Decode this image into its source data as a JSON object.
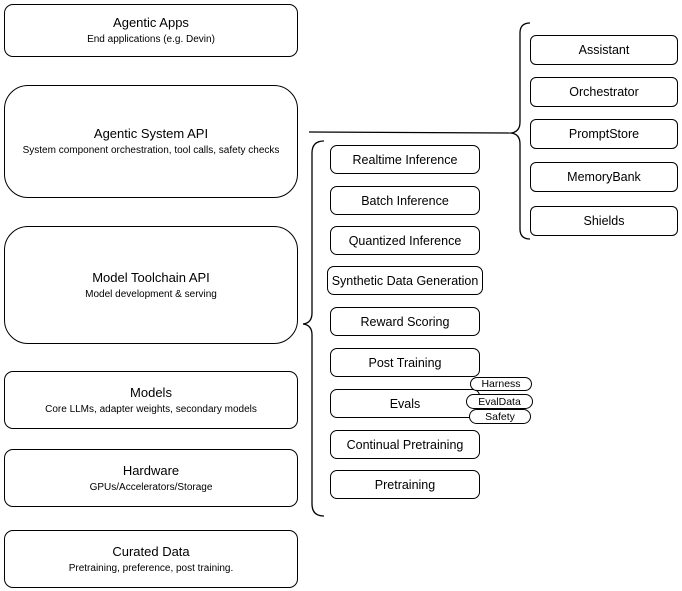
{
  "diagram": {
    "left_stack": [
      {
        "title": "Agentic Apps",
        "subtitle": "End applications (e.g. Devin)"
      },
      {
        "title": "Agentic System API",
        "subtitle": "System component orchestration, tool calls, safety checks"
      },
      {
        "title": "Model Toolchain API",
        "subtitle": "Model development & serving"
      },
      {
        "title": "Models",
        "subtitle": "Core LLMs, adapter weights, secondary models"
      },
      {
        "title": "Hardware",
        "subtitle": "GPUs/Accelerators/Storage"
      },
      {
        "title": "Curated Data",
        "subtitle": "Pretraining, preference, post training."
      }
    ],
    "toolchain_items": [
      "Realtime Inference",
      "Batch Inference",
      "Quantized Inference",
      "Synthetic Data Generation",
      "Reward Scoring",
      "Post Training",
      "Evals",
      "Continual Pretraining",
      "Pretraining"
    ],
    "eval_tags": [
      "Harness",
      "EvalData",
      "Safety"
    ],
    "system_components": [
      "Assistant",
      "Orchestrator",
      "PromptStore",
      "MemoryBank",
      "Shields"
    ],
    "colors": {
      "stroke": "#000000",
      "background": "#ffffff",
      "text": "#000000"
    }
  }
}
